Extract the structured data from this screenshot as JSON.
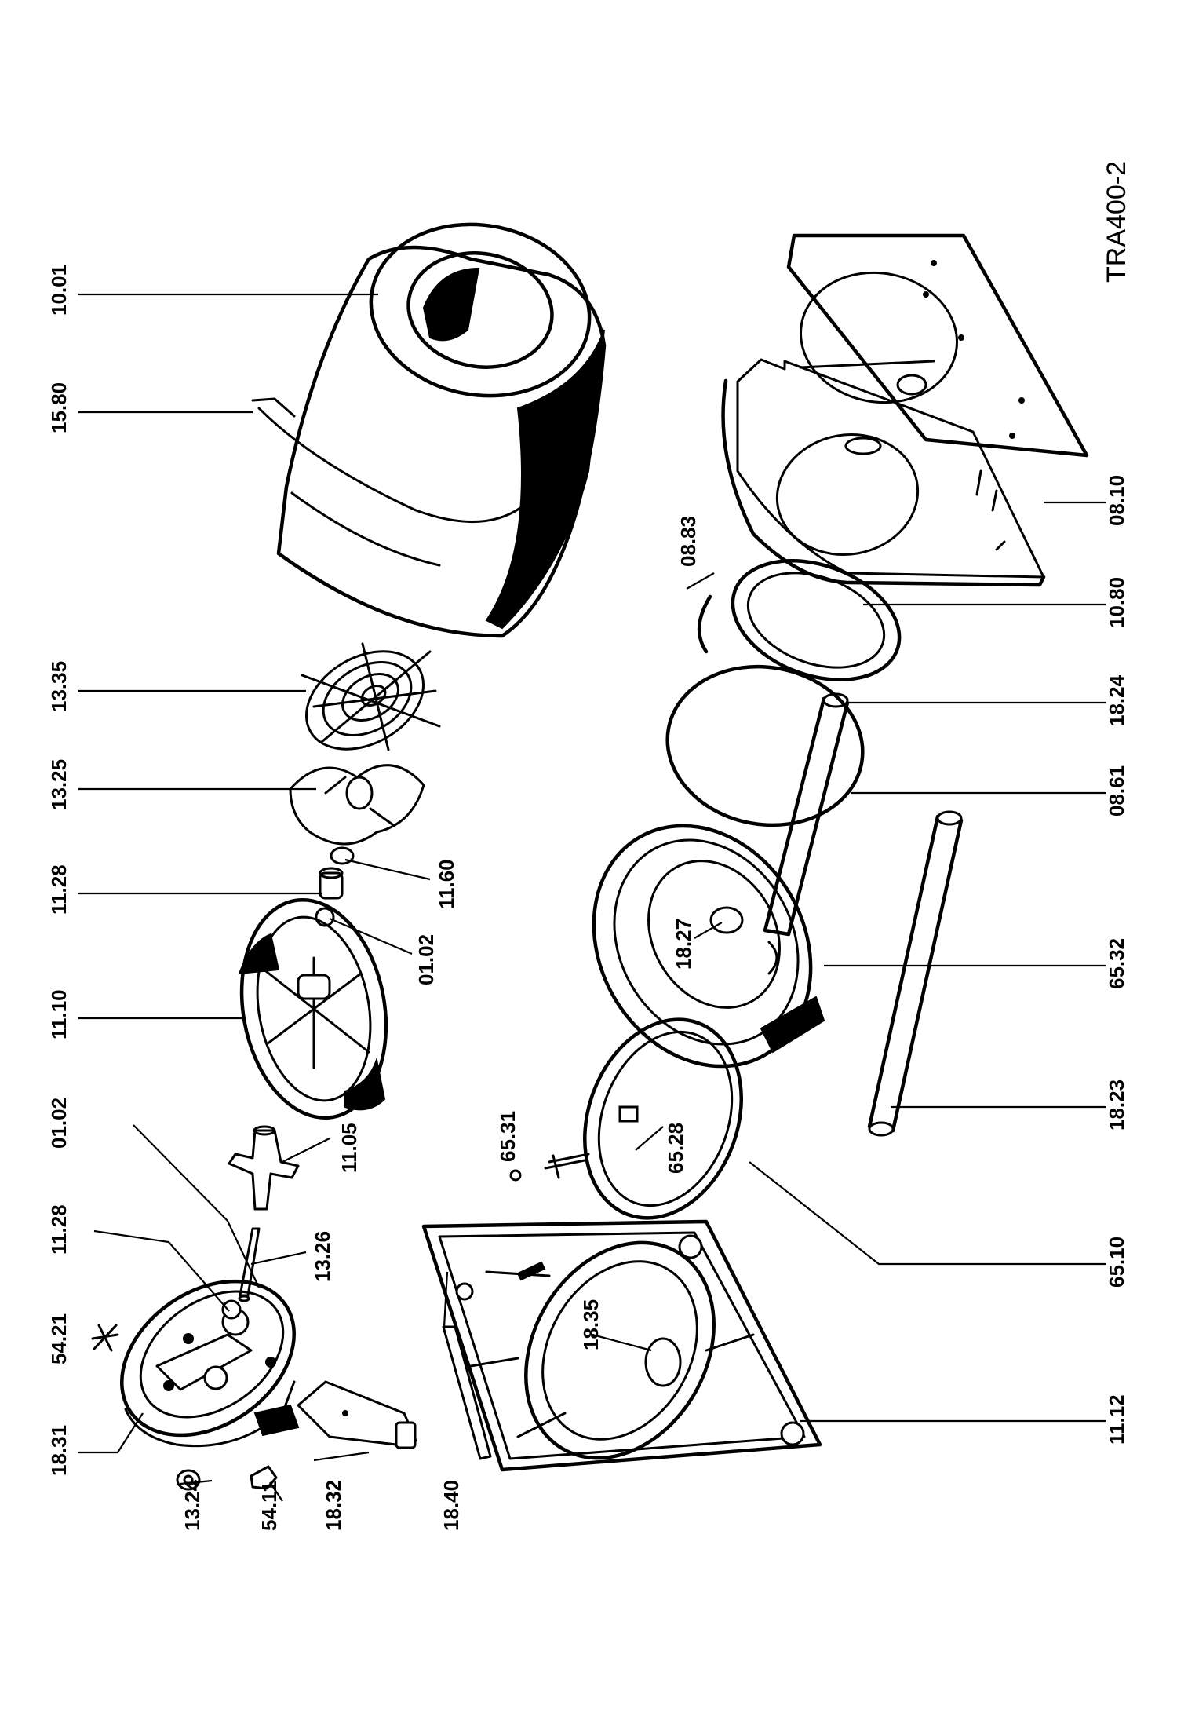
{
  "drawing_ref": "TRA400-2",
  "labels": {
    "l1001": "10.01",
    "l1580": "15.80",
    "l1335": "13.35",
    "l1325": "13.25",
    "l1128a": "11.28",
    "l1160": "11.60",
    "l0102a": "01.02",
    "l1110": "11.10",
    "l1105": "11.05",
    "l0102b": "01.02",
    "l1326": "13.26",
    "l1128b": "11.28",
    "l5421": "54.21",
    "l1831": "18.31",
    "l1324": "13.24",
    "l5411": "54.11",
    "l1832": "18.32",
    "l1840": "18.40",
    "l1112": "11.12",
    "l1835": "18.35",
    "l6531": "65.31",
    "l6528": "65.28",
    "l6510": "65.10",
    "l1823": "18.23",
    "l6532": "65.32",
    "l1827": "18.27",
    "l0861": "08.61",
    "l1824": "18.24",
    "l0883": "08.83",
    "l1080": "10.80",
    "l0810": "08.10"
  }
}
